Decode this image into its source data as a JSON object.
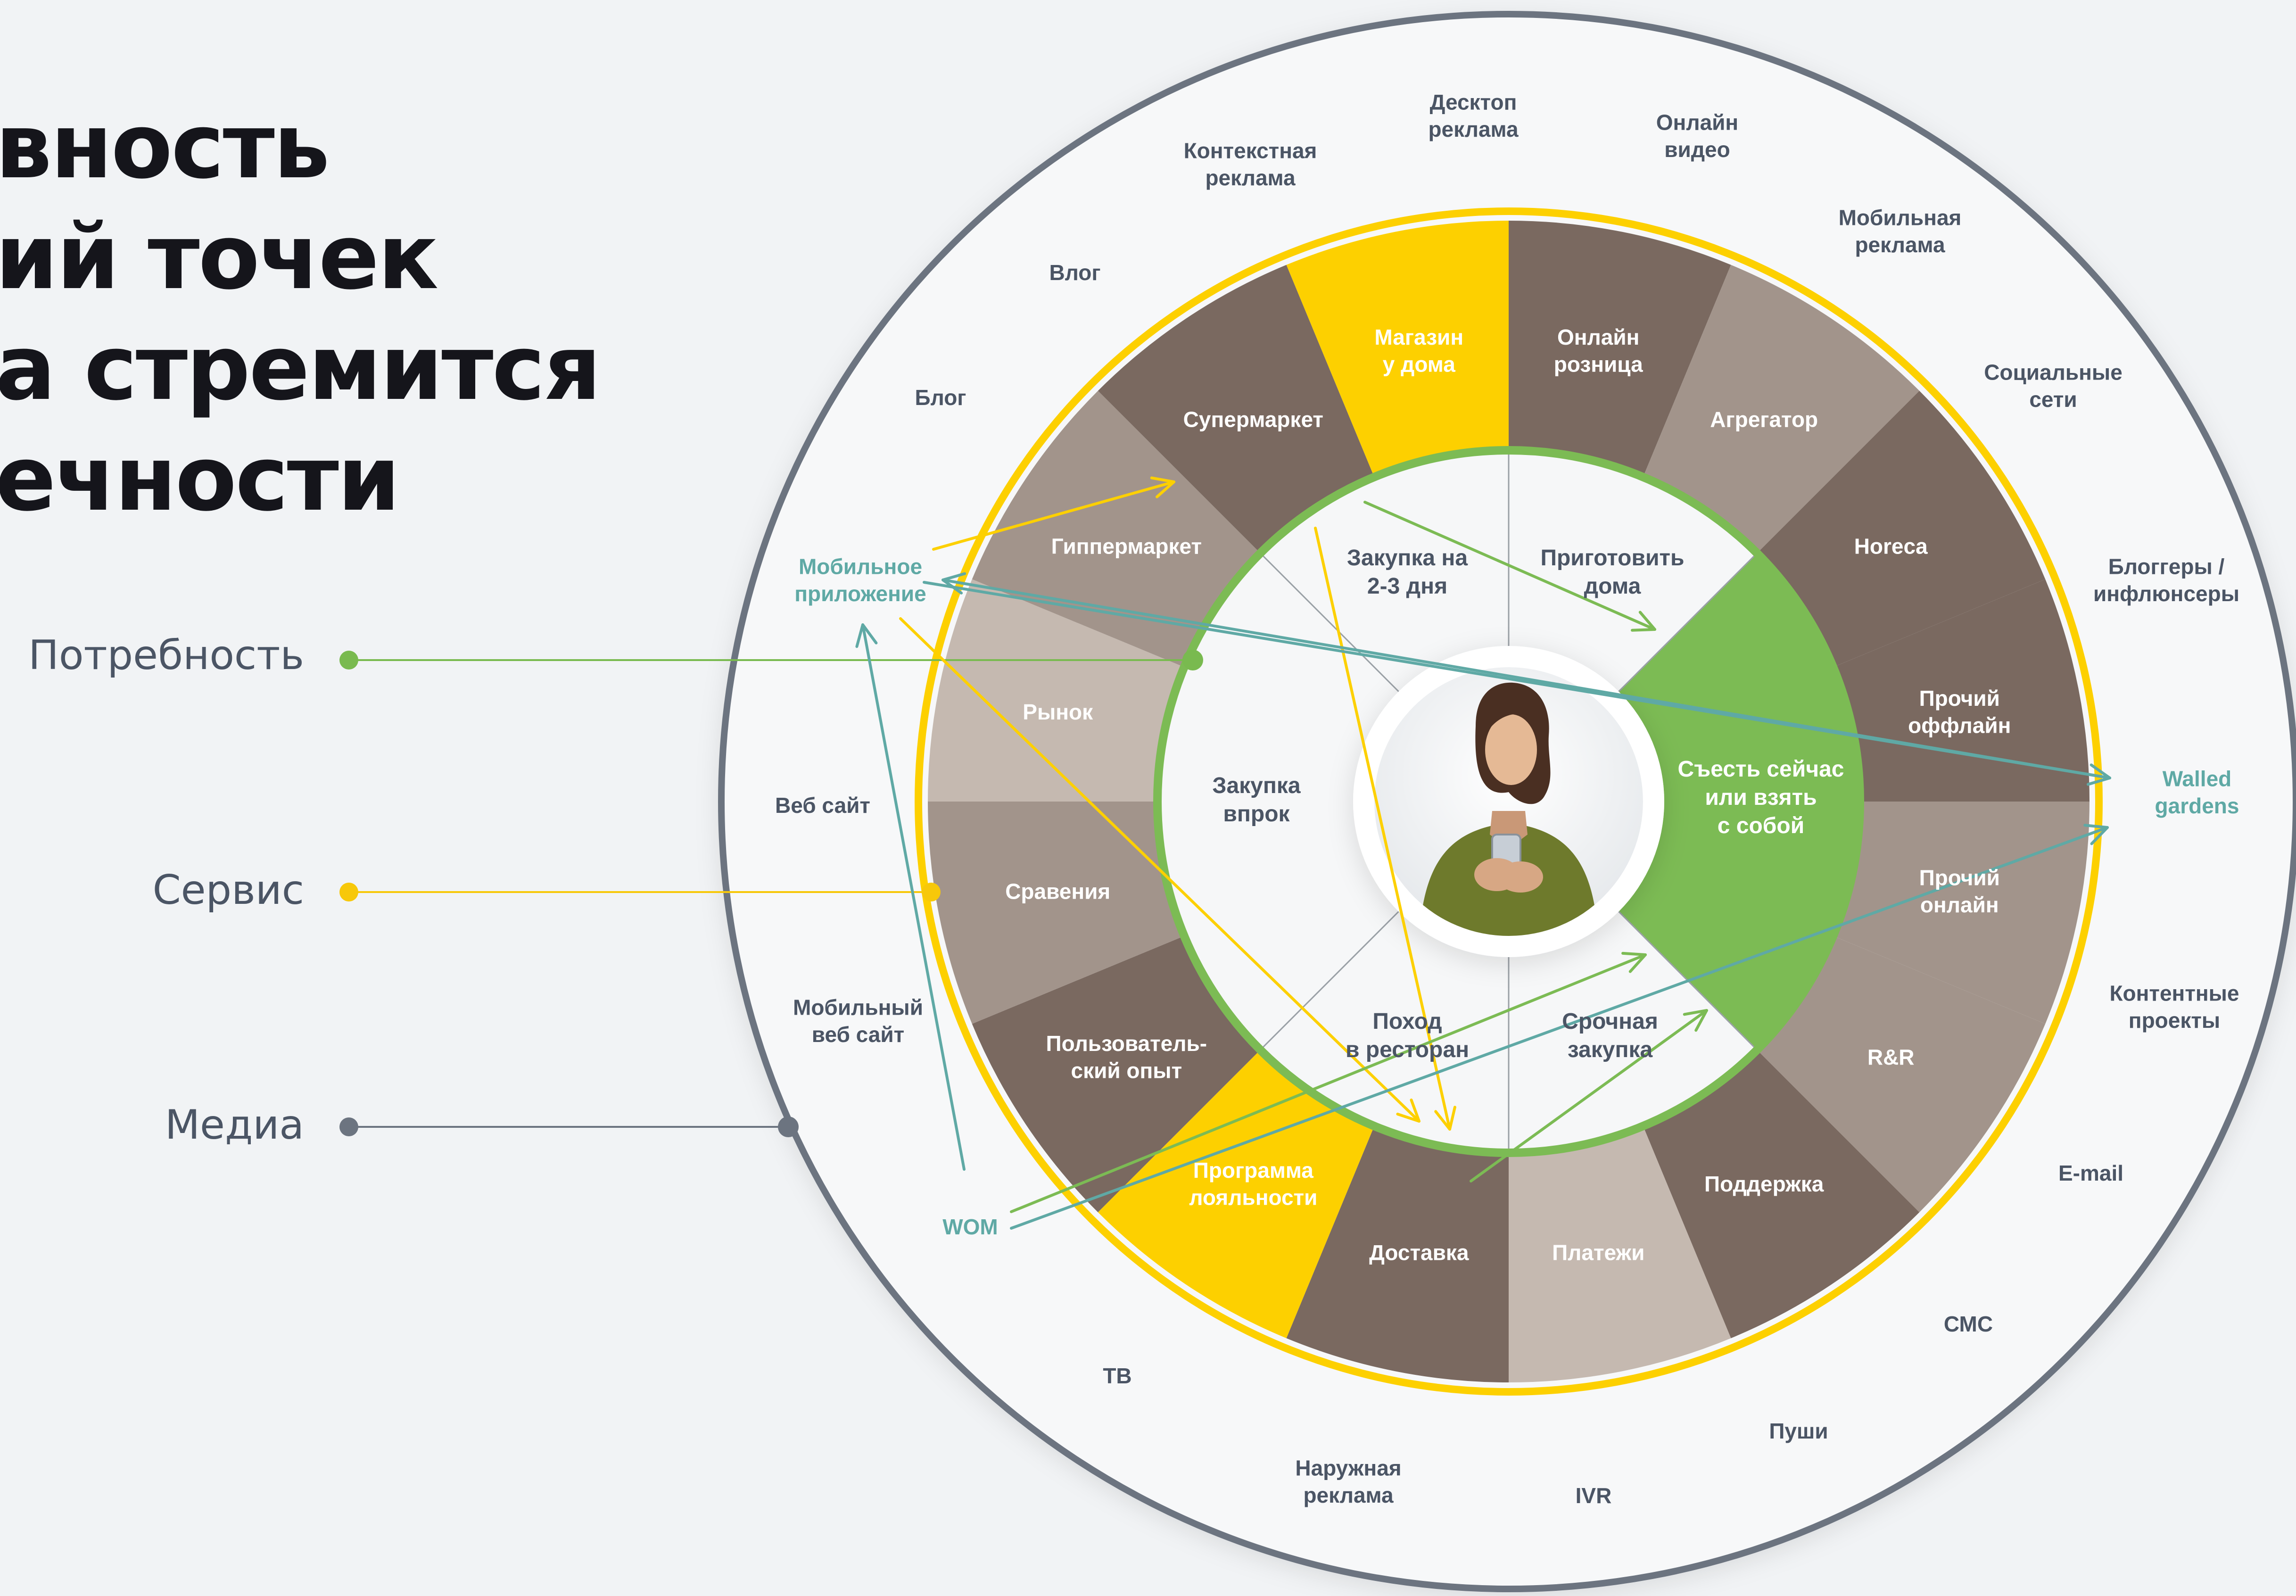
{
  "heading": {
    "lines": [
      "вность",
      "ий точек",
      "а стремится",
      "ечности"
    ]
  },
  "legend": [
    {
      "label": "Потребность",
      "color": "#79ba4f"
    },
    {
      "label": "Сервис",
      "color": "#f7c80a"
    },
    {
      "label": "Медиа",
      "color": "#6c7480"
    }
  ],
  "colors": {
    "dark_brown": "#7a6960",
    "mid_brown": "#a2948b",
    "light_brown": "#c5b9b0",
    "yellow": "#fdd000",
    "green": "#7cbb54",
    "teal": "#5fa9a5",
    "ring_grey": "#6c7480"
  },
  "services": [
    {
      "label": "Онлайн\nрозница"
    },
    {
      "label": "Агрегатор"
    },
    {
      "label": "Horeca"
    },
    {
      "label": "Прочий\nоффлайн"
    },
    {
      "label": "Прочий\nонлайн"
    },
    {
      "label": "R&R"
    },
    {
      "label": "Поддержка"
    },
    {
      "label": "Платежи"
    },
    {
      "label": "Доставка"
    },
    {
      "label": "Программа\nлояльности"
    },
    {
      "label": "Пользователь-\nский опыт"
    },
    {
      "label": "Сравения"
    },
    {
      "label": "Рынок"
    },
    {
      "label": "Гиппермаркет"
    },
    {
      "label": "Супермаркет"
    },
    {
      "label": "Магазин\nу дома"
    }
  ],
  "needs": [
    {
      "label": "Закупка на\n2-3 дня"
    },
    {
      "label": "Приготовить\nдома"
    },
    {
      "label": "Съесть сейчас\nили взять\nс собой"
    },
    {
      "label": "Срочная\nзакупка"
    },
    {
      "label": "Поход\nв ресторан"
    },
    {
      "label": "Закупка\nвпрок"
    }
  ],
  "media": [
    {
      "label": "Десктоп\nреклама"
    },
    {
      "label": "Онлайн\nвидео"
    },
    {
      "label": "Мобильная\nреклама"
    },
    {
      "label": "Социальные\nсети"
    },
    {
      "label": "Блоггеры /\nинфлюнсеры"
    },
    {
      "label": "Walled\ngardens"
    },
    {
      "label": "Контентные\nпроекты"
    },
    {
      "label": "E-mail"
    },
    {
      "label": "СМС"
    },
    {
      "label": "Пуши"
    },
    {
      "label": "IVR"
    },
    {
      "label": "Наружная\nреклама"
    },
    {
      "label": "ТВ"
    },
    {
      "label": "WOM"
    },
    {
      "label": "Мобильный\nвеб сайт"
    },
    {
      "label": "Веб сайт"
    },
    {
      "label": "Мобильное\nприложение"
    },
    {
      "label": "Блог"
    },
    {
      "label": "Влог"
    },
    {
      "label": "Контекстная\nреклама"
    }
  ]
}
